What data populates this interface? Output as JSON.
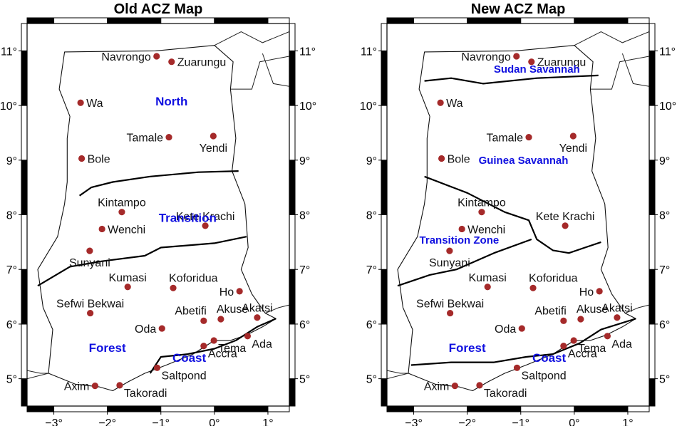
{
  "colors": {
    "zone_label": "#1010e0",
    "station_dot": "#a52a2a",
    "boundary": "#000000"
  },
  "panels": [
    {
      "title": "Old ACZ Map",
      "zones": [
        {
          "name": "North",
          "lon": -0.8,
          "lat": 10.0
        },
        {
          "name": "Transition",
          "lon": -0.5,
          "lat": 7.87
        },
        {
          "name": "Forest",
          "lon": -2.0,
          "lat": 5.49
        },
        {
          "name": "Coast",
          "lon": -0.47,
          "lat": 5.31
        }
      ]
    },
    {
      "title": "New ACZ Map",
      "zones": [
        {
          "name": "Sudan Savannah",
          "lon": -0.7,
          "lat": 10.6
        },
        {
          "name": "Guinea Savannah",
          "lon": -0.95,
          "lat": 8.93
        },
        {
          "name": "Transition Zone",
          "lon": -2.15,
          "lat": 7.47
        },
        {
          "name": "Forest",
          "lon": -2.0,
          "lat": 5.49
        },
        {
          "name": "Coast",
          "lon": -0.47,
          "lat": 5.31
        }
      ]
    }
  ],
  "axes": {
    "lon_ticks": [
      {
        "value": -3,
        "label": "−3°"
      },
      {
        "value": -2,
        "label": "−2°"
      },
      {
        "value": -1,
        "label": "−1°"
      },
      {
        "value": 0,
        "label": "0°"
      },
      {
        "value": 1,
        "label": "1°"
      }
    ],
    "lat_ticks": [
      {
        "value": 5,
        "label": "5°"
      },
      {
        "value": 6,
        "label": "6°"
      },
      {
        "value": 7,
        "label": "7°"
      },
      {
        "value": 8,
        "label": "8°"
      },
      {
        "value": 9,
        "label": "9°"
      },
      {
        "value": 10,
        "label": "10°"
      },
      {
        "value": 11,
        "label": "11°"
      }
    ]
  },
  "stations": [
    {
      "name": "Navrongo",
      "lon": -1.08,
      "lat": 10.9,
      "anchor": "end"
    },
    {
      "name": "Zuarungu",
      "lon": -0.8,
      "lat": 10.8,
      "anchor": "start"
    },
    {
      "name": "Wa",
      "lon": -2.5,
      "lat": 10.05,
      "anchor": "start"
    },
    {
      "name": "Tamale",
      "lon": -0.85,
      "lat": 9.42,
      "anchor": "end"
    },
    {
      "name": "Yendi",
      "lon": -0.02,
      "lat": 9.44,
      "anchor": "middle-below"
    },
    {
      "name": "Bole",
      "lon": -2.48,
      "lat": 9.03,
      "anchor": "start"
    },
    {
      "name": "Kintampo",
      "lon": -1.73,
      "lat": 8.05,
      "anchor": "middle-above"
    },
    {
      "name": "Kete Krachi",
      "lon": -0.17,
      "lat": 7.8,
      "anchor": "middle-above"
    },
    {
      "name": "Wenchi",
      "lon": -2.1,
      "lat": 7.74,
      "anchor": "start"
    },
    {
      "name": "Sunyani",
      "lon": -2.33,
      "lat": 7.34,
      "anchor": "middle-below"
    },
    {
      "name": "Kumasi",
      "lon": -1.62,
      "lat": 6.68,
      "anchor": "middle-above"
    },
    {
      "name": "Koforidua",
      "lon": -0.77,
      "lat": 6.66,
      "anchor": "start-above"
    },
    {
      "name": "Ho",
      "lon": 0.47,
      "lat": 6.6,
      "anchor": "end"
    },
    {
      "name": "Sefwi Bekwai",
      "lon": -2.32,
      "lat": 6.2,
      "anchor": "middle-above"
    },
    {
      "name": "Abetifi",
      "lon": -0.2,
      "lat": 6.06,
      "anchor": "end-above"
    },
    {
      "name": "Akuse",
      "lon": 0.12,
      "lat": 6.09,
      "anchor": "start-above"
    },
    {
      "name": "Akatsi",
      "lon": 0.8,
      "lat": 6.12,
      "anchor": "middle-above"
    },
    {
      "name": "Oda",
      "lon": -0.98,
      "lat": 5.92,
      "anchor": "end"
    },
    {
      "name": "Tema",
      "lon": -0.01,
      "lat": 5.7,
      "anchor": "start-below"
    },
    {
      "name": "Accra",
      "lon": -0.2,
      "lat": 5.6,
      "anchor": "start-below"
    },
    {
      "name": "Ada",
      "lon": 0.62,
      "lat": 5.78,
      "anchor": "start-below"
    },
    {
      "name": "Saltpond",
      "lon": -1.07,
      "lat": 5.2,
      "anchor": "start-below"
    },
    {
      "name": "Axim",
      "lon": -2.23,
      "lat": 4.87,
      "anchor": "end"
    },
    {
      "name": "Takoradi",
      "lon": -1.77,
      "lat": 4.88,
      "anchor": "start-below"
    }
  ]
}
